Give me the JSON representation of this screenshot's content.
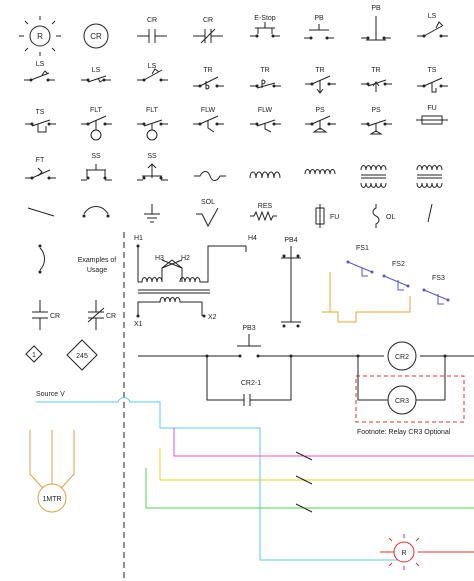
{
  "symbols": {
    "r": "R",
    "cr_circle": "CR",
    "cr_no": "CR",
    "cr_nc": "CR",
    "estop": "E-Stop",
    "pb_no": "PB",
    "pb_nc": "PB",
    "ls1": "LS",
    "ls2": "LS",
    "ls3": "LS",
    "ls4": "LS",
    "tr1": "TR",
    "tr2": "TR",
    "tr3": "TR",
    "tr4": "TR",
    "ts1": "TS",
    "ts2": "TS",
    "flt1": "FLT",
    "flt2": "FLT",
    "flw1": "FLW",
    "flw2": "FLW",
    "ps1": "PS",
    "ps2": "PS",
    "fu_fuse": "FU",
    "ft": "FT",
    "ss1": "SS",
    "ss2": "SS",
    "sol": "SOL",
    "res": "RES",
    "fu2": "FU",
    "ol": "OL",
    "cr_cap1": "CR",
    "cr_cap2": "CR",
    "diamond_label": "1",
    "diamond_245": "245"
  },
  "examples_label": "Examples of Usage",
  "diagram": {
    "h1": "H1",
    "h2": "H2",
    "h3": "H3",
    "h4": "H4",
    "x1": "X1",
    "x2": "X2",
    "pb4": "PB4",
    "pb3": "PB3",
    "fs1": "FS1",
    "fs2": "FS2",
    "fs3": "FS3",
    "cr2_coil": "CR2",
    "cr3_coil": "CR3",
    "cr21_contact": "CR2-1",
    "footnote": "Footnote: Relay CR3 Optional",
    "source": "Source V",
    "motor": "1MTR",
    "r_lamp": "R"
  },
  "colors": {
    "ink": "#222222",
    "orange": "#f0a030",
    "purple": "#5555cc",
    "cyan": "#5bc8f0",
    "magenta": "#e050d0",
    "yellow": "#e8d020",
    "green": "#4cd04c",
    "red": "#e03030",
    "motor": "#e0a040"
  }
}
